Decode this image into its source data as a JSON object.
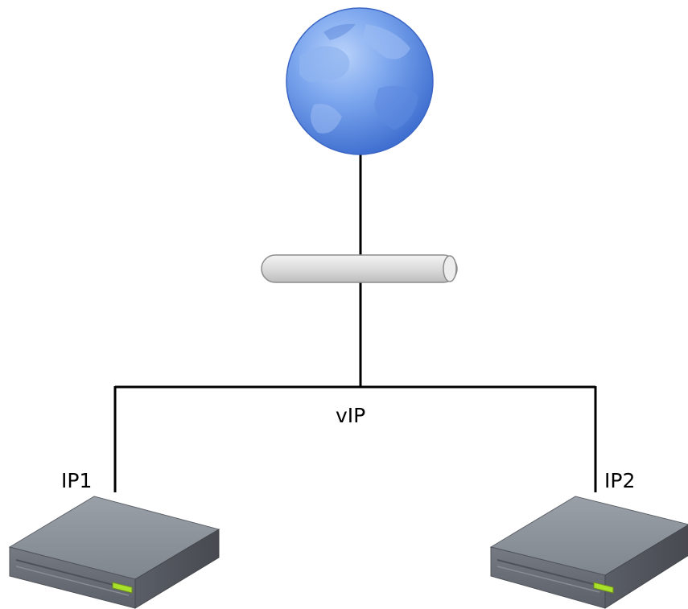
{
  "labels": {
    "vip": "vIP",
    "ip1": "IP1",
    "ip2": "IP2"
  },
  "nodes": {
    "internet": {
      "icon": "globe-icon"
    },
    "switch": {
      "icon": "network-switch-icon"
    },
    "server_1": {
      "icon": "server-icon"
    },
    "server_2": {
      "icon": "server-icon"
    }
  },
  "colors": {
    "globe": "#6C9BEA",
    "switch": "#E2E2E2",
    "server_top": "#8A8F96",
    "server_front": "#6B7078",
    "server_led": "#A8E02A",
    "connector": "#000000"
  }
}
